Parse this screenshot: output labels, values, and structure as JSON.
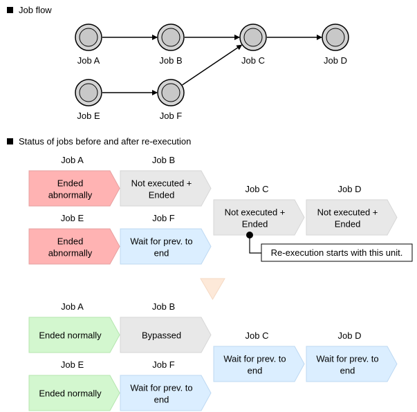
{
  "sections": {
    "flow_title": "Job flow",
    "status_title": "Status of jobs before and after re-execution"
  },
  "flow": {
    "nodes": [
      {
        "id": "a",
        "label": "Job A"
      },
      {
        "id": "b",
        "label": "Job B"
      },
      {
        "id": "c",
        "label": "Job C"
      },
      {
        "id": "d",
        "label": "Job D"
      },
      {
        "id": "e",
        "label": "Job E"
      },
      {
        "id": "f",
        "label": "Job F"
      }
    ],
    "edges": [
      [
        "a",
        "b"
      ],
      [
        "b",
        "c"
      ],
      [
        "c",
        "d"
      ],
      [
        "e",
        "f"
      ],
      [
        "f",
        "c"
      ]
    ]
  },
  "statuses": {
    "ended_abnormally": {
      "fill": "#ffb3b3",
      "stroke": "#e6a0a0"
    },
    "not_executed_ended": {
      "fill": "#e8e8e8",
      "stroke": "#d6d6d6"
    },
    "wait": {
      "fill": "#dbeeff",
      "stroke": "#bcd8f2"
    },
    "ended_normally": {
      "fill": "#d3f7cf",
      "stroke": "#b4e6ae"
    },
    "bypassed": {
      "fill": "#e8e8e8",
      "stroke": "#d6d6d6"
    }
  },
  "before": {
    "jobs": [
      {
        "id": "a",
        "name": "Job A",
        "status": "ended_abnormally",
        "lines": [
          "Ended",
          "abnormally"
        ]
      },
      {
        "id": "b",
        "name": "Job B",
        "status": "not_executed_ended",
        "lines": [
          "Not executed +",
          "Ended"
        ]
      },
      {
        "id": "c",
        "name": "Job C",
        "status": "not_executed_ended",
        "lines": [
          "Not executed +",
          "Ended"
        ]
      },
      {
        "id": "d",
        "name": "Job D",
        "status": "not_executed_ended",
        "lines": [
          "Not executed +",
          "Ended"
        ]
      },
      {
        "id": "e",
        "name": "Job E",
        "status": "ended_abnormally",
        "lines": [
          "Ended",
          "abnormally"
        ]
      },
      {
        "id": "f",
        "name": "Job F",
        "status": "wait",
        "lines": [
          "Wait for prev. to",
          "end"
        ]
      }
    ],
    "callout": "Re-execution starts with this unit."
  },
  "transition_arrow_color": "#fde9d9",
  "after": {
    "jobs": [
      {
        "id": "a",
        "name": "Job A",
        "status": "ended_normally",
        "lines": [
          "Ended normally"
        ]
      },
      {
        "id": "b",
        "name": "Job B",
        "status": "bypassed",
        "lines": [
          "Bypassed"
        ]
      },
      {
        "id": "c",
        "name": "Job C",
        "status": "wait",
        "lines": [
          "Wait for prev. to",
          "end"
        ]
      },
      {
        "id": "d",
        "name": "Job D",
        "status": "wait",
        "lines": [
          "Wait for prev. to",
          "end"
        ]
      },
      {
        "id": "e",
        "name": "Job E",
        "status": "ended_normally",
        "lines": [
          "Ended normally"
        ]
      },
      {
        "id": "f",
        "name": "Job F",
        "status": "wait",
        "lines": [
          "Wait for prev. to",
          "end"
        ]
      }
    ]
  }
}
